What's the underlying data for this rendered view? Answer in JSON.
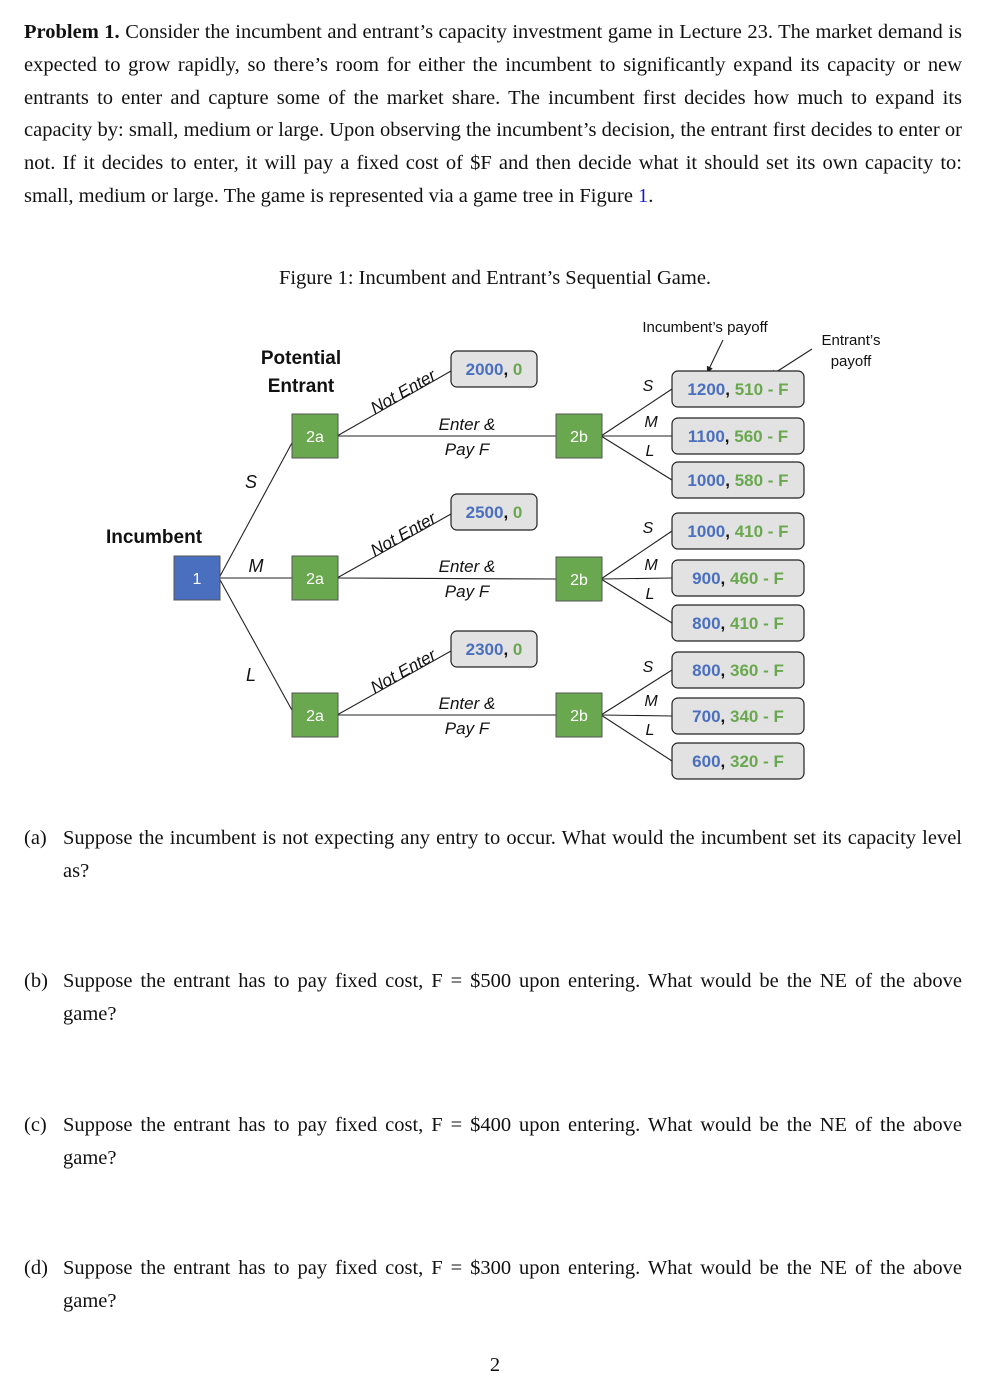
{
  "problem": {
    "heading": "Problem 1.",
    "body_1": " Consider the incumbent and entrant’s capacity investment game in Lecture 23. The market demand is expected to grow rapidly, so there’s room for either the incumbent to significantly expand its capacity or new entrants to enter and capture some of the market share. The incumbent first decides how much to expand its capacity by: small, medium or large. Upon observing the incumbent’s decision, the entrant first decides to enter or not. If it decides to enter, it will pay a fixed cost of $F and then decide what it should set its own capacity to: small, medium or large. The game is represented via a game tree in Figure ",
    "figure_ref": "1",
    "body_2": "."
  },
  "figure": {
    "caption": "Figure 1: Incumbent and Entrant’s Sequential Game.",
    "incumbent_label": "Incumbent",
    "incumbent_node": "1",
    "potential_entrant_line1": "Potential",
    "potential_entrant_line2": "Entrant",
    "incumbent_payoff_label": "Incumbent’s payoff",
    "entrant_payoff_line1": "Entrant’s",
    "entrant_payoff_line2": "payoff",
    "incumbent_moves": [
      "S",
      "M",
      "L"
    ],
    "entrant_node": "2a",
    "entrant_capacity_node": "2b",
    "not_enter_label": "Not Enter",
    "enter_line1": "Enter &",
    "enter_line2": "Pay F",
    "entrant_moves": [
      "S",
      "M",
      "L"
    ],
    "colors": {
      "incumbent_node": "#4a6fbf",
      "entrant_node": "#6aa84f",
      "payoff_blue": "#4a6fbf",
      "payoff_green": "#6aa84f",
      "payoff_box": "#e2e2e2"
    },
    "branches": [
      {
        "not_enter": {
          "inc": "2000",
          "ent": "0"
        },
        "enter": [
          {
            "inc": "1200",
            "ent": "510 - F"
          },
          {
            "inc": "1100",
            "ent": "560 - F"
          },
          {
            "inc": "1000",
            "ent": "580 - F"
          }
        ]
      },
      {
        "not_enter": {
          "inc": "2500",
          "ent": "0"
        },
        "enter": [
          {
            "inc": "1000",
            "ent": "410 - F"
          },
          {
            "inc": "900",
            "ent": "460 - F"
          },
          {
            "inc": "800",
            "ent": "410 - F"
          }
        ]
      },
      {
        "not_enter": {
          "inc": "2300",
          "ent": "0"
        },
        "enter": [
          {
            "inc": "800",
            "ent": "360 - F"
          },
          {
            "inc": "700",
            "ent": "340 - F"
          },
          {
            "inc": "600",
            "ent": "320 - F"
          }
        ]
      }
    ]
  },
  "questions": [
    {
      "label": "(a)",
      "text": "Suppose the incumbent is not expecting any entry to occur. What would the incumbent set its capacity level as?"
    },
    {
      "label": "(b)",
      "text": "Suppose the entrant has to pay fixed cost, F = $500 upon entering. What would be the NE of the above game?"
    },
    {
      "label": "(c)",
      "text": "Suppose the entrant has to pay fixed cost, F = $400 upon entering. What would be the NE of the above game?"
    },
    {
      "label": "(d)",
      "text": "Suppose the entrant has to pay fixed cost, F = $300 upon entering. What would be the NE of the above game?"
    }
  ],
  "page_number": "2"
}
